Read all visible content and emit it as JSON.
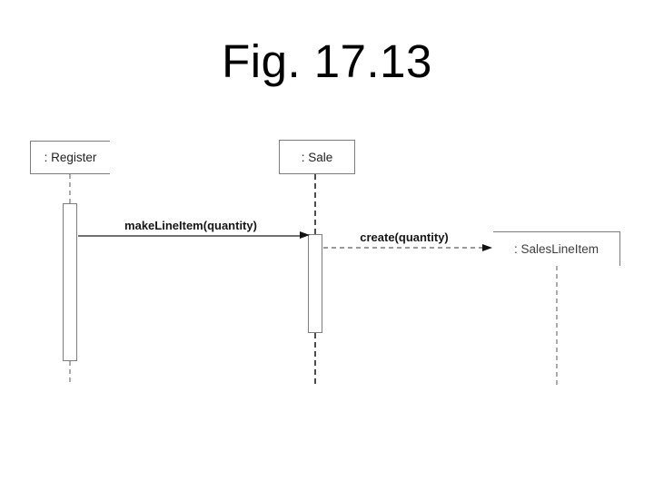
{
  "title": "Fig. 17.13",
  "colors": {
    "line-gray": "#7d7d7d",
    "msg-line": "#707070",
    "lifeline-light": "#ababab",
    "lifeline-dark": "#4d4d4d",
    "arrow": "#111111",
    "text": "#1a1a1a"
  },
  "diagram": {
    "type": "uml-sequence-diagram",
    "objects": [
      {
        "id": "register",
        "label": ": Register"
      },
      {
        "id": "sale",
        "label": ": Sale"
      },
      {
        "id": "salesLineItem",
        "label": ": SalesLineItem"
      }
    ],
    "messages": [
      {
        "from": "register",
        "to": "sale",
        "label": "makeLineItem(quantity)",
        "line_style": "solid"
      },
      {
        "from": "sale",
        "to": "salesLineItem",
        "label": "create(quantity)",
        "line_style": "dashed"
      }
    ]
  }
}
